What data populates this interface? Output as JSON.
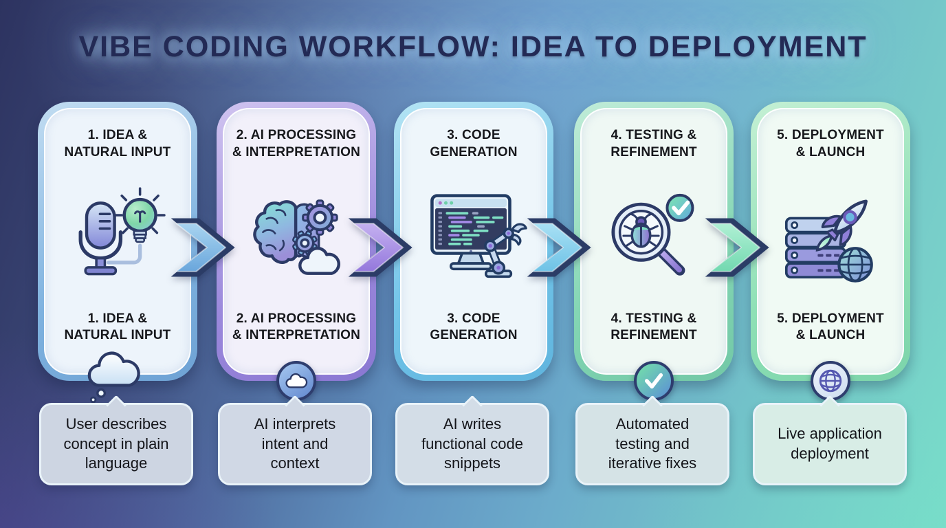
{
  "title": "VIBE CODING WORKFLOW: IDEA TO DEPLOYMENT",
  "steps": [
    {
      "title_lines": [
        "1. IDEA &",
        "NATURAL INPUT"
      ],
      "description_lines": [
        "User describes",
        "concept in plain",
        "language"
      ],
      "main_icon": "microphone-lightbulb-icon",
      "badge_icon": "thought-cloud-icon",
      "accent_color": "#7fb2df"
    },
    {
      "title_lines": [
        "2. AI PROCESSING",
        "& INTERPRETATION"
      ],
      "description_lines": [
        "AI interprets",
        "intent and",
        "context"
      ],
      "main_icon": "brain-gears-cloud-icon",
      "badge_icon": "cloud-badge-icon",
      "accent_color": "#9b89dc"
    },
    {
      "title_lines": [
        "3. CODE",
        "GENERATION"
      ],
      "description_lines": [
        "AI writes",
        "functional code",
        "snippets"
      ],
      "main_icon": "monitor-code-robot-arm-icon",
      "badge_icon": "",
      "accent_color": "#72c4e8"
    },
    {
      "title_lines": [
        "4. TESTING &",
        "REFINEMENT"
      ],
      "description_lines": [
        "Automated",
        "testing and",
        "iterative fixes"
      ],
      "main_icon": "magnifier-bug-check-icon",
      "badge_icon": "check-badge-icon",
      "accent_color": "#84d6b4"
    },
    {
      "title_lines": [
        "5. DEPLOYMENT",
        "& LAUNCH"
      ],
      "description_lines": [
        "Live application",
        "deployment"
      ],
      "main_icon": "server-rocket-globe-icon",
      "badge_icon": "globe-badge-icon",
      "accent_color": "#8ee0b6"
    }
  ],
  "arrows": [
    {
      "from": 1,
      "to": 2,
      "color": "#6aa6dc"
    },
    {
      "from": 2,
      "to": 3,
      "color": "#9478dc"
    },
    {
      "from": 3,
      "to": 4,
      "color": "#6ec2e6"
    },
    {
      "from": 4,
      "to": 5,
      "color": "#72d8b0"
    }
  ]
}
